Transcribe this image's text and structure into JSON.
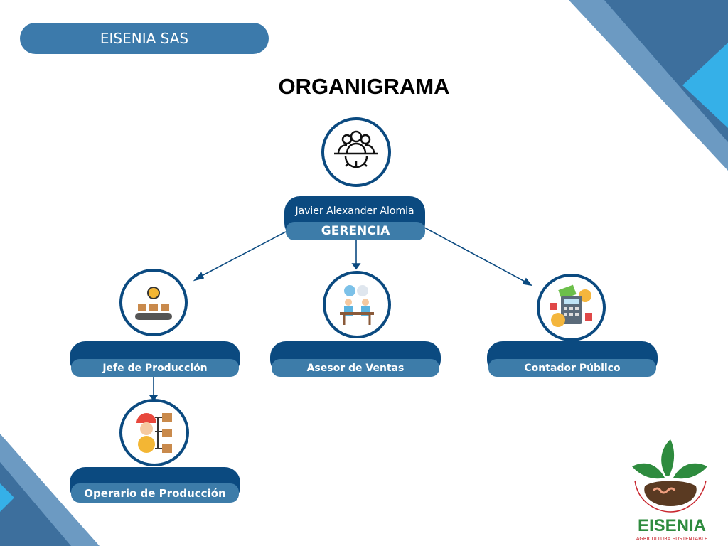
{
  "header": {
    "company": "EISENIA SAS"
  },
  "title": "ORGANIGRAMA",
  "root": {
    "name": "Javier Alexander Alomia",
    "role": "GERENCIA",
    "icon": "team-gear-icon"
  },
  "nodes": [
    {
      "role": "Jefe de Producción",
      "icon": "production-line-icon"
    },
    {
      "role": "Asesor de Ventas",
      "icon": "sales-meeting-icon"
    },
    {
      "role": "Contador Público",
      "icon": "calculator-money-icon"
    },
    {
      "role": "Operario de Producción",
      "icon": "worker-boxes-icon"
    }
  ],
  "logo": {
    "name": "EISENIA",
    "tagline": "AGRICULTURA SUSTENTABLE"
  },
  "colors": {
    "dark": "#0b4a80",
    "mid": "#3d7ca9",
    "accent": "#35b0e8"
  }
}
